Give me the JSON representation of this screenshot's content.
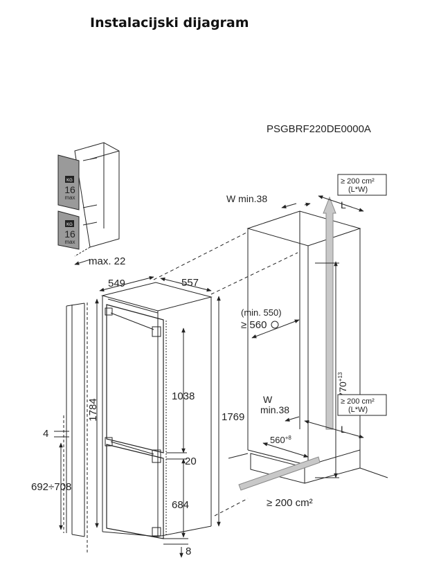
{
  "title": "Instalacijski dijagram",
  "model": "PSGBRF220DE0000A",
  "door_load": {
    "icon_text": "KG",
    "value": "16",
    "unit": "max",
    "gap": "max. 22"
  },
  "appliance": {
    "depth": "549",
    "width": "557",
    "height_total": "1784",
    "height_body": "1769",
    "upper_door": "1038",
    "door_gap": "20",
    "lower_door": "684",
    "bottom": "8",
    "door_offset": "4",
    "door_height_range": "692÷708"
  },
  "niche": {
    "vent_top": "≥ 200 cm²",
    "vent_top_lw": "(L*W)",
    "vent_mid": "≥ 200 cm²",
    "vent_mid_lw": "(L*W)",
    "vent_bottom": "≥ 200 cm²",
    "w_min_top": "W min.38",
    "w_label": "W",
    "w_min_mid": "min.38",
    "l_top": "L",
    "l_mid": "L",
    "depth_min_old": "(min. 550)",
    "depth_min": "≥ 560",
    "niche_height": "1770",
    "niche_height_tol": "+13",
    "niche_width": "560",
    "niche_width_tol": "+8"
  },
  "colors": {
    "line": "#222222",
    "arrow_fill": "#c8c8c8",
    "door_panel": "#9a9a9a"
  }
}
